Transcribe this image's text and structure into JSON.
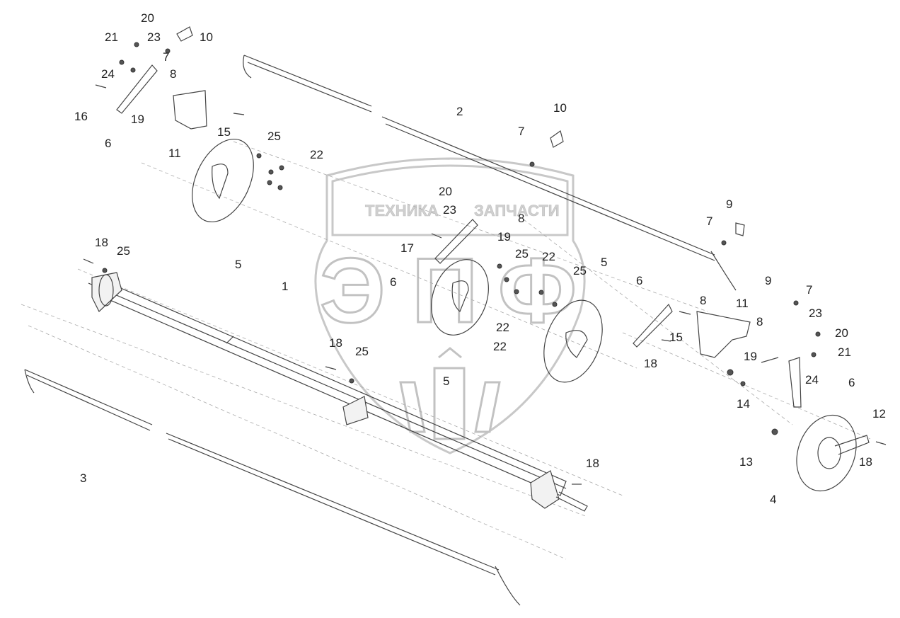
{
  "watermark": {
    "text": "ТЕХНИКА",
    "text2": "ЗАПЧАСТИ",
    "logo": "ЭПФ",
    "logo_e": "Э",
    "logo_p": "П",
    "logo_f": "Ф"
  },
  "labels": [
    {
      "id": "l1",
      "text": "20"
    },
    {
      "id": "l2",
      "text": "21"
    },
    {
      "id": "l3",
      "text": "23"
    },
    {
      "id": "l4",
      "text": "10"
    },
    {
      "id": "l5",
      "text": "7"
    },
    {
      "id": "l6",
      "text": "24"
    },
    {
      "id": "l7",
      "text": "8"
    },
    {
      "id": "l8",
      "text": "16"
    },
    {
      "id": "l9",
      "text": "19"
    },
    {
      "id": "l10",
      "text": "6"
    },
    {
      "id": "l11",
      "text": "15"
    },
    {
      "id": "l12",
      "text": "11"
    },
    {
      "id": "l13",
      "text": "25"
    },
    {
      "id": "l14",
      "text": "22"
    },
    {
      "id": "l15",
      "text": "2"
    },
    {
      "id": "l16",
      "text": "10"
    },
    {
      "id": "l17",
      "text": "7"
    },
    {
      "id": "l18",
      "text": "5"
    },
    {
      "id": "l19",
      "text": "18"
    },
    {
      "id": "l20",
      "text": "25"
    },
    {
      "id": "l21",
      "text": "20"
    },
    {
      "id": "l22",
      "text": "23"
    },
    {
      "id": "l23",
      "text": "8"
    },
    {
      "id": "l24",
      "text": "19"
    },
    {
      "id": "l25",
      "text": "17"
    },
    {
      "id": "l26",
      "text": "25"
    },
    {
      "id": "l27",
      "text": "22"
    },
    {
      "id": "l28",
      "text": "9"
    },
    {
      "id": "l29",
      "text": "7"
    },
    {
      "id": "l30",
      "text": "25"
    },
    {
      "id": "l31",
      "text": "5"
    },
    {
      "id": "l32",
      "text": "1"
    },
    {
      "id": "l33",
      "text": "6"
    },
    {
      "id": "l34",
      "text": "6"
    },
    {
      "id": "l35",
      "text": "8"
    },
    {
      "id": "l36",
      "text": "11"
    },
    {
      "id": "l37",
      "text": "9"
    },
    {
      "id": "l38",
      "text": "7"
    },
    {
      "id": "l39",
      "text": "22"
    },
    {
      "id": "l40",
      "text": "15"
    },
    {
      "id": "l41",
      "text": "8"
    },
    {
      "id": "l42",
      "text": "23"
    },
    {
      "id": "l43",
      "text": "20"
    },
    {
      "id": "l44",
      "text": "18"
    },
    {
      "id": "l45",
      "text": "18"
    },
    {
      "id": "l46",
      "text": "25"
    },
    {
      "id": "l47",
      "text": "19"
    },
    {
      "id": "l48",
      "text": "21"
    },
    {
      "id": "l49",
      "text": "5"
    },
    {
      "id": "l50",
      "text": "22"
    },
    {
      "id": "l51",
      "text": "24"
    },
    {
      "id": "l52",
      "text": "6"
    },
    {
      "id": "l53",
      "text": "14"
    },
    {
      "id": "l54",
      "text": "12"
    },
    {
      "id": "l55",
      "text": "3"
    },
    {
      "id": "l56",
      "text": "13"
    },
    {
      "id": "l57",
      "text": "18"
    },
    {
      "id": "l58",
      "text": "18"
    },
    {
      "id": "l59",
      "text": "4"
    }
  ]
}
